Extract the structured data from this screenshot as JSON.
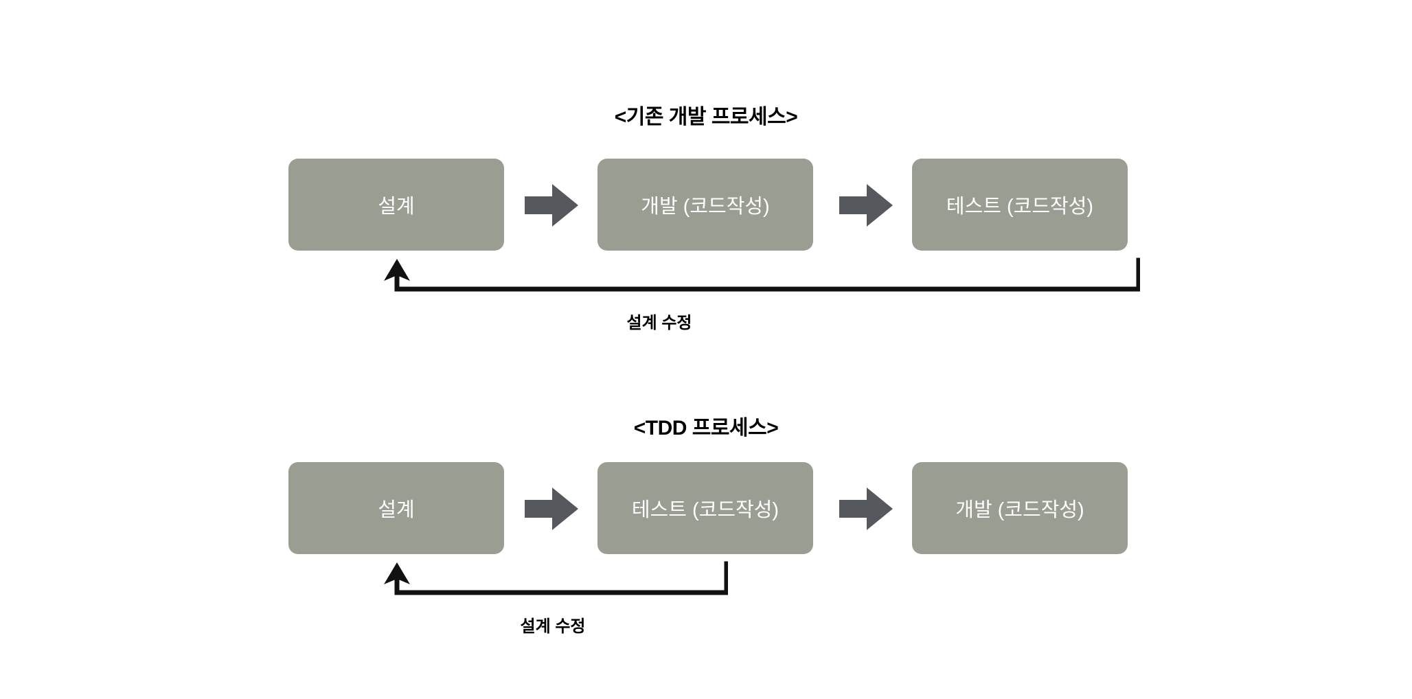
{
  "page": {
    "background_color": "#ffffff",
    "box_fill_color": "#9a9d92",
    "box_text_color": "#ffffff",
    "arrow_color": "#55585c",
    "line_color": "#111111",
    "title_color": "#000000"
  },
  "sections": [
    {
      "id": "legacy",
      "title": "<기존 개발 프로세스>",
      "steps": [
        {
          "label": "설계"
        },
        {
          "label": "개발 (코드작성)"
        },
        {
          "label": "테스트 (코드작성)"
        }
      ],
      "connectors": [
        {
          "name": "arrow-right"
        },
        {
          "name": "arrow-right"
        }
      ],
      "feedback": {
        "label": "설계 수정",
        "from_step": 3,
        "to_step": 1,
        "direction": "right-to-left"
      }
    },
    {
      "id": "tdd",
      "title": "<TDD 프로세스>",
      "steps": [
        {
          "label": "설계"
        },
        {
          "label": "테스트 (코드작성)"
        },
        {
          "label": "개발 (코드작성)"
        }
      ],
      "connectors": [
        {
          "name": "arrow-right"
        },
        {
          "name": "arrow-right"
        }
      ],
      "feedback": {
        "label": "설계 수정",
        "from_step": 2,
        "to_step": 1,
        "direction": "right-to-left"
      }
    }
  ]
}
